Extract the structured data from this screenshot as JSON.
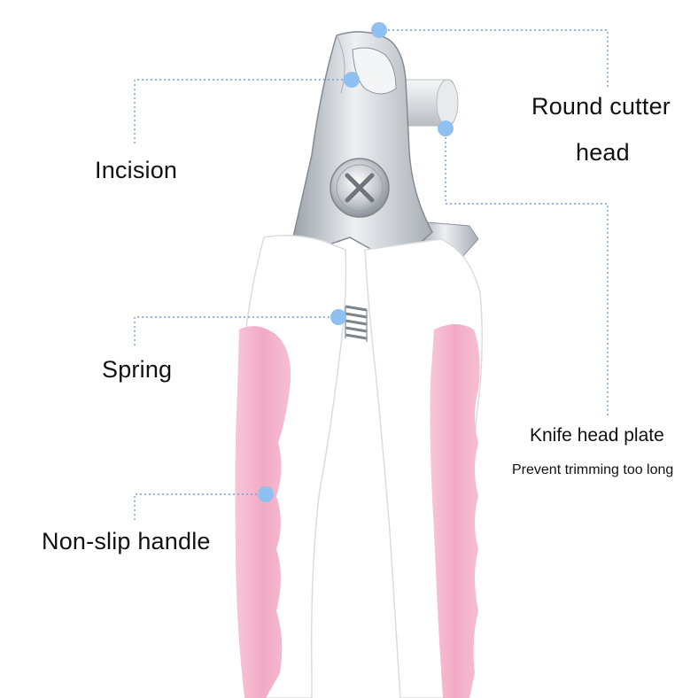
{
  "labels": {
    "round_cutter_line1": "Round cutter",
    "round_cutter_line2": "head",
    "incision": "Incision",
    "spring": "Spring",
    "knife_head_plate": "Knife head plate",
    "knife_head_plate_note": "Prevent trimming too long",
    "non_slip_handle": "Non-slip handle"
  },
  "colors": {
    "leader_line": "#6fa0d8",
    "marker_dot": "#8ec0f2",
    "handle_white": "#ffffff",
    "grip_pink": "#f4b9cf",
    "steel": "#c9cdd2"
  }
}
